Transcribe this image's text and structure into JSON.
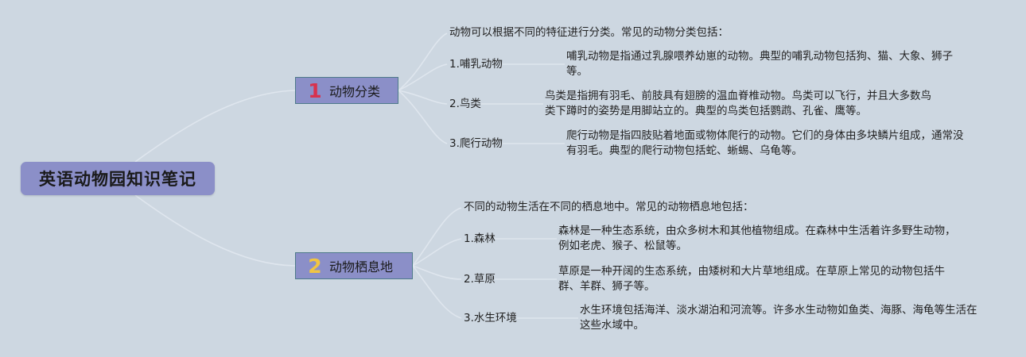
{
  "root": {
    "title": "英语动物园知识笔记"
  },
  "branches": [
    {
      "number": "1",
      "label": "动物分类",
      "intro": "动物可以根据不同的特征进行分类。常见的动物分类包括：",
      "items": [
        {
          "label": "1.哺乳动物",
          "desc": "哺乳动物是指通过乳腺喂养幼崽的动物。典型的哺乳动物包括狗、猫、大象、狮子等。"
        },
        {
          "label": "2.鸟类",
          "desc": "鸟类是指拥有羽毛、前肢具有翅膀的温血脊椎动物。鸟类可以飞行，并且大多数鸟类下蹲时的姿势是用脚站立的。典型的鸟类包括鹦鹉、孔雀、鹰等。"
        },
        {
          "label": "3.爬行动物",
          "desc": "爬行动物是指四肢贴着地面或物体爬行的动物。它们的身体由多块鳞片组成，通常没有羽毛。典型的爬行动物包括蛇、蜥蜴、乌龟等。"
        }
      ]
    },
    {
      "number": "2",
      "label": "动物栖息地",
      "intro": "不同的动物生活在不同的栖息地中。常见的动物栖息地包括：",
      "items": [
        {
          "label": "1.森林",
          "desc": "森林是一种生态系统，由众多树木和其他植物组成。在森林中生活着许多野生动物，例如老虎、猴子、松鼠等。"
        },
        {
          "label": "2.草原",
          "desc": "草原是一种开阔的生态系统，由矮树和大片草地组成。在草原上常见的动物包括牛群、羊群、狮子等。"
        },
        {
          "label": "3.水生环境",
          "desc": "水生环境包括海洋、淡水湖泊和河流等。许多水生动物如鱼类、海豚、海龟等生活在这些水域中。"
        }
      ]
    }
  ]
}
